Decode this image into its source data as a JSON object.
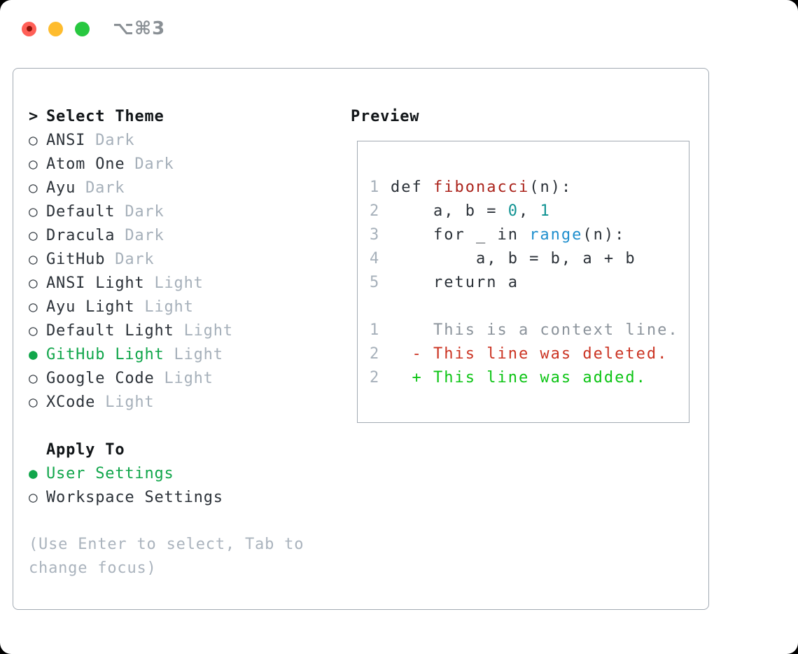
{
  "window": {
    "title": "⌥⌘3",
    "traffic_lights": [
      {
        "name": "close",
        "color": "#ff5f57"
      },
      {
        "name": "minimize",
        "color": "#febc2e"
      },
      {
        "name": "zoom",
        "color": "#28c840"
      }
    ]
  },
  "theme_list": {
    "header_marker": ">",
    "header": "Select Theme",
    "items": [
      {
        "name": "ANSI",
        "variant": "Dark",
        "selected": false
      },
      {
        "name": "Atom One",
        "variant": "Dark",
        "selected": false
      },
      {
        "name": "Ayu",
        "variant": "Dark",
        "selected": false
      },
      {
        "name": "Default",
        "variant": "Dark",
        "selected": false
      },
      {
        "name": "Dracula",
        "variant": "Dark",
        "selected": false
      },
      {
        "name": "GitHub",
        "variant": "Dark",
        "selected": false
      },
      {
        "name": "ANSI Light",
        "variant": "Light",
        "selected": false
      },
      {
        "name": "Ayu Light",
        "variant": "Light",
        "selected": false
      },
      {
        "name": "Default Light",
        "variant": "Light",
        "selected": false
      },
      {
        "name": "GitHub Light",
        "variant": "Light",
        "selected": true
      },
      {
        "name": "Google Code",
        "variant": "Light",
        "selected": false
      },
      {
        "name": "XCode",
        "variant": "Light",
        "selected": false
      }
    ]
  },
  "apply_to": {
    "header": "Apply To",
    "options": [
      {
        "label": "User Settings",
        "selected": true
      },
      {
        "label": "Workspace Settings",
        "selected": false
      }
    ]
  },
  "help_text": "(Use Enter to select, Tab to change focus)",
  "preview": {
    "header": "Preview",
    "code_lines": [
      {
        "gutter": "1",
        "segments": [
          {
            "text": "def ",
            "cls": "code"
          },
          {
            "text": "fibonacci",
            "cls": "func"
          },
          {
            "text": "(n):",
            "cls": "code"
          }
        ]
      },
      {
        "gutter": "2",
        "segments": [
          {
            "text": "    a, b = ",
            "cls": "code"
          },
          {
            "text": "0",
            "cls": "num"
          },
          {
            "text": ", ",
            "cls": "code"
          },
          {
            "text": "1",
            "cls": "num"
          }
        ]
      },
      {
        "gutter": "3",
        "segments": [
          {
            "text": "    for _ in ",
            "cls": "code"
          },
          {
            "text": "range",
            "cls": "builtin"
          },
          {
            "text": "(n):",
            "cls": "code"
          }
        ]
      },
      {
        "gutter": "4",
        "segments": [
          {
            "text": "        a, b = b, a + b",
            "cls": "code"
          }
        ]
      },
      {
        "gutter": "5",
        "segments": [
          {
            "text": "    return a",
            "cls": "code"
          }
        ]
      }
    ],
    "diff_lines": [
      {
        "gutter": "1",
        "segments": [
          {
            "text": "    This is a context line.",
            "cls": "ctx"
          }
        ]
      },
      {
        "gutter": "2",
        "segments": [
          {
            "text": "  - This line was deleted.",
            "cls": "del"
          }
        ]
      },
      {
        "gutter": "2",
        "segments": [
          {
            "text": "  + This line was added.",
            "cls": "add"
          }
        ]
      }
    ]
  },
  "markers": {
    "selected": "●",
    "unselected": "○"
  },
  "colors": {
    "selection_green": "#11a64b",
    "added_green": "#0cc414",
    "deleted_red": "#cb3322",
    "function_red": "#ab241c",
    "number_teal": "#0f9292",
    "builtin_blue": "#1f8fce",
    "text_dark": "#2b3138",
    "muted_gray": "#a6b0ba",
    "context_gray": "#8b939b",
    "help_gray": "#aab3bd",
    "border_gray": "#a2aab3",
    "traffic_red": "#ff5f57",
    "traffic_yellow": "#febc2e",
    "traffic_green": "#28c840"
  }
}
